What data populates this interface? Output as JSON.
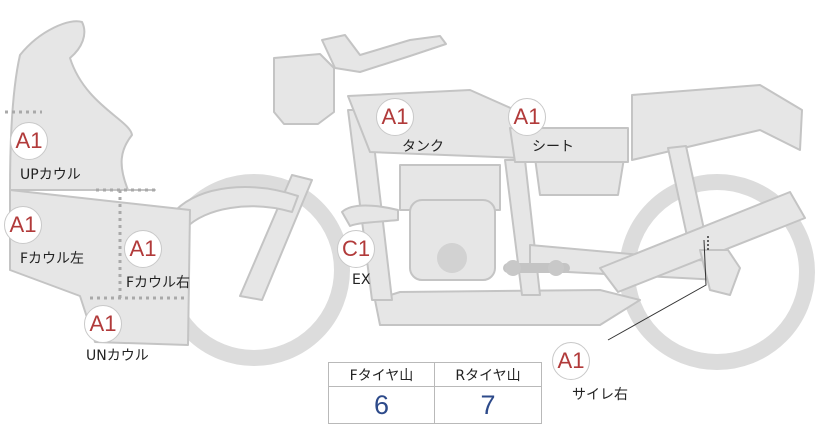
{
  "parts": [
    {
      "id": "up-cowl",
      "grade": "A1",
      "label": "UPカウル"
    },
    {
      "id": "f-cowl-left",
      "grade": "A1",
      "label": "Fカウル左"
    },
    {
      "id": "f-cowl-right",
      "grade": "A1",
      "label": "Fカウル右"
    },
    {
      "id": "un-cowl",
      "grade": "A1",
      "label": "UNカウル"
    },
    {
      "id": "tank",
      "grade": "A1",
      "label": "タンク"
    },
    {
      "id": "seat",
      "grade": "A1",
      "label": "シート"
    },
    {
      "id": "exhaust",
      "grade": "C1",
      "label": "EX"
    },
    {
      "id": "silencer-right",
      "grade": "A1",
      "label": "サイレ右"
    }
  ],
  "tires": {
    "front_header": "Fタイヤ山",
    "rear_header": "Rタイヤ山",
    "front_value": "6",
    "rear_value": "7"
  },
  "colors": {
    "body_fill": "#e6e6e6",
    "outline": "#c4c4c4",
    "grade_text": "#b13a3a",
    "value_text": "#2d4a8a"
  }
}
